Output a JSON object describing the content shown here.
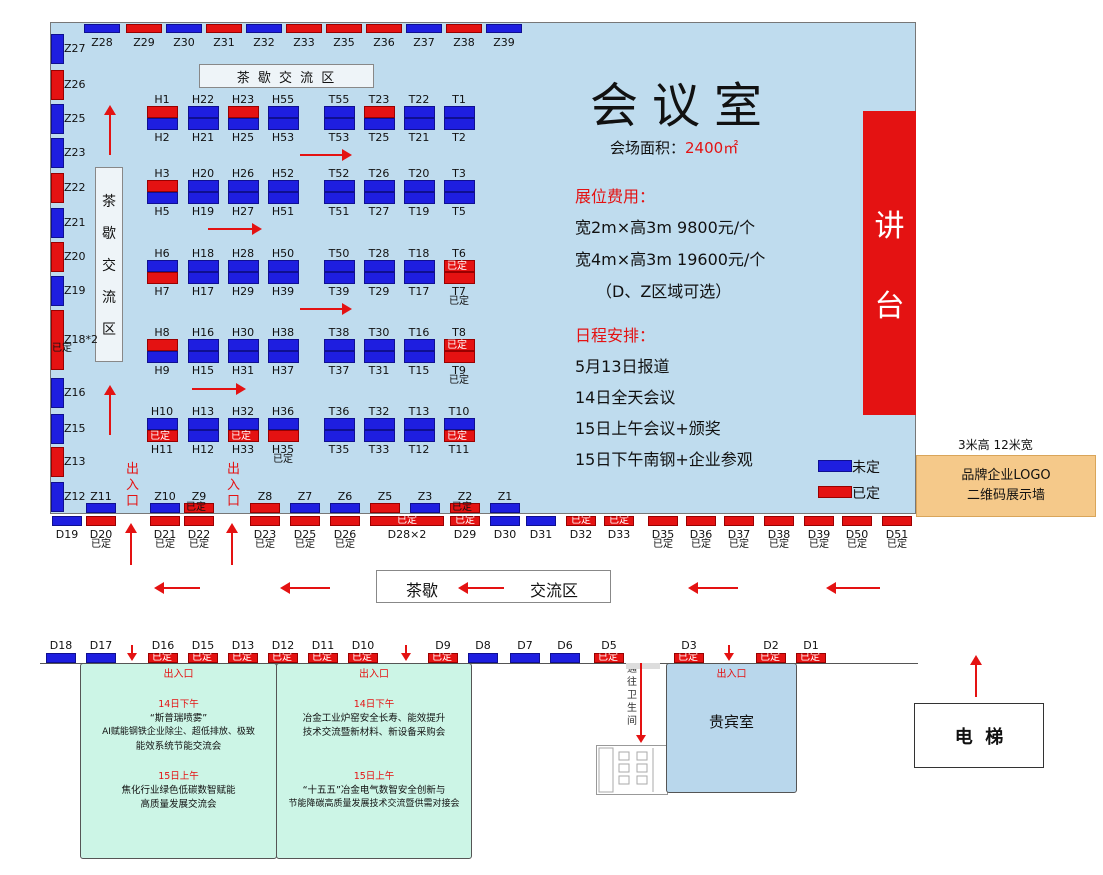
{
  "hall": {
    "title": "会议室",
    "area_label": "会场面积：",
    "area_value": "2400㎡",
    "fee_title": "展位费用：",
    "fee_line1": "宽2m×高3m 9800元/个",
    "fee_line2": "宽4m×高3m 19600元/个",
    "fee_line3": "（D、Z区域可选）",
    "schedule_title": "日程安排：",
    "schedule": [
      "5月13日报道",
      "14日全天会议",
      "15日上午会议+颁奖",
      "15日下午南钢+企业参观"
    ],
    "stage": [
      "讲",
      "台"
    ],
    "tea_top": "茶 歇 交 流 区",
    "tea_left": [
      "茶",
      "歇",
      "交",
      "流",
      "区"
    ],
    "legend_unsold": "未定",
    "legend_sold": "已定",
    "entrance": [
      "出",
      "入",
      "口"
    ]
  },
  "colors": {
    "booth_unsold": "#1e1ee0",
    "booth_sold": "#e41212",
    "hall_bg": "#bfdcee",
    "room_bg": "#ccf5e6",
    "wall_bg": "#f5c98a"
  },
  "sold_label": "已定",
  "top_row": [
    {
      "name": "Z28",
      "s": 0
    },
    {
      "name": "Z29",
      "s": 1
    },
    {
      "name": "Z30",
      "s": 0
    },
    {
      "name": "Z31",
      "s": 1
    },
    {
      "name": "Z32",
      "s": 0
    },
    {
      "name": "Z33",
      "s": 1
    },
    {
      "name": "Z35",
      "s": 1
    },
    {
      "name": "Z36",
      "s": 1
    },
    {
      "name": "Z37",
      "s": 0
    },
    {
      "name": "Z38",
      "s": 1
    },
    {
      "name": "Z39",
      "s": 0
    }
  ],
  "left_col": [
    {
      "name": "Z27",
      "s": 0
    },
    {
      "name": "Z26",
      "s": 1
    },
    {
      "name": "Z25",
      "s": 0
    },
    {
      "name": "Z23",
      "s": 0
    },
    {
      "name": "Z22",
      "s": 1
    },
    {
      "name": "Z21",
      "s": 0
    },
    {
      "name": "Z20",
      "s": 1
    },
    {
      "name": "Z19",
      "s": 0
    },
    {
      "name": "Z18*2",
      "s": 1,
      "note": "已定"
    },
    {
      "name": "Z16",
      "s": 0
    },
    {
      "name": "Z15",
      "s": 0
    },
    {
      "name": "Z13",
      "s": 1
    },
    {
      "name": "Z12",
      "s": 0
    }
  ],
  "grid_rows": [
    [
      [
        "H1",
        "H2",
        "rb"
      ],
      [
        "H22",
        "H21",
        "b"
      ],
      [
        "H23",
        "H25",
        "rb"
      ],
      [
        "H55",
        "H53",
        "b"
      ],
      [
        "T55",
        "T53",
        "b"
      ],
      [
        "T23",
        "T25",
        "rb"
      ],
      [
        "T22",
        "T21",
        "b"
      ],
      [
        "T1",
        "T2",
        "b"
      ]
    ],
    [
      [
        "H3",
        "H5",
        "rb"
      ],
      [
        "H20",
        "H19",
        "b"
      ],
      [
        "H26",
        "H27",
        "b"
      ],
      [
        "H52",
        "H51",
        "b"
      ],
      [
        "T52",
        "T51",
        "b"
      ],
      [
        "T26",
        "T27",
        "b"
      ],
      [
        "T20",
        "T19",
        "b"
      ],
      [
        "T3",
        "T5",
        "b"
      ]
    ],
    [
      [
        "H6",
        "H7",
        "br"
      ],
      [
        "H18",
        "H17",
        "b"
      ],
      [
        "H28",
        "H29",
        "b"
      ],
      [
        "H50",
        "H39",
        "b"
      ],
      [
        "T50",
        "T39",
        "b"
      ],
      [
        "T28",
        "T29",
        "b"
      ],
      [
        "T18",
        "T17",
        "b"
      ],
      [
        "T6",
        "T7",
        "rr"
      ]
    ],
    [
      [
        "H8",
        "H9",
        "rb"
      ],
      [
        "H16",
        "H15",
        "b"
      ],
      [
        "H30",
        "H31",
        "b"
      ],
      [
        "H38",
        "H37",
        "b"
      ],
      [
        "T38",
        "T37",
        "b"
      ],
      [
        "T30",
        "T31",
        "b"
      ],
      [
        "T16",
        "T15",
        "b"
      ],
      [
        "T8",
        "T9",
        "rr"
      ]
    ],
    [
      [
        "H10",
        "H11",
        "br"
      ],
      [
        "H13",
        "H12",
        "b"
      ],
      [
        "H32",
        "H33",
        "br"
      ],
      [
        "H36",
        "H35",
        "br"
      ],
      [
        "T36",
        "T35",
        "b"
      ],
      [
        "T32",
        "T33",
        "b"
      ],
      [
        "T13",
        "T12",
        "b"
      ],
      [
        "T10",
        "T11",
        "br"
      ]
    ]
  ],
  "inner_bottom": [
    {
      "name": "Z11",
      "s": 0
    },
    {
      "name": "Z10",
      "s": 0
    },
    {
      "name": "Z9",
      "s": 1
    },
    {
      "name": "Z8",
      "s": 1
    },
    {
      "name": "Z7",
      "s": 0
    },
    {
      "name": "Z6",
      "s": 0
    },
    {
      "name": "Z5",
      "s": 1
    },
    {
      "name": "Z3",
      "s": 0
    },
    {
      "name": "Z2",
      "s": 1
    },
    {
      "name": "Z1",
      "s": 0
    }
  ],
  "d_row": [
    {
      "name": "D19",
      "s": 0
    },
    {
      "name": "D20",
      "s": 1
    },
    {
      "name": "D21",
      "s": 1
    },
    {
      "name": "D22",
      "s": 1
    },
    {
      "name": "D23",
      "s": 1
    },
    {
      "name": "D25",
      "s": 1
    },
    {
      "name": "D26",
      "s": 1
    },
    {
      "name": "D28×2",
      "s": 1
    },
    {
      "name": "D29",
      "s": 1
    },
    {
      "name": "D30",
      "s": 0
    },
    {
      "name": "D31",
      "s": 0
    },
    {
      "name": "D32",
      "s": 1
    },
    {
      "name": "D33",
      "s": 1
    },
    {
      "name": "D35",
      "s": 1
    },
    {
      "name": "D36",
      "s": 1
    },
    {
      "name": "D37",
      "s": 1
    },
    {
      "name": "D38",
      "s": 1
    },
    {
      "name": "D39",
      "s": 1
    },
    {
      "name": "D50",
      "s": 1
    },
    {
      "name": "D51",
      "s": 1
    }
  ],
  "corridor": {
    "left": "茶歇",
    "right": "交流区"
  },
  "lower_row": [
    {
      "name": "D18",
      "s": 0
    },
    {
      "name": "D17",
      "s": 0
    },
    {
      "name": "D16",
      "s": 1
    },
    {
      "name": "D15",
      "s": 1
    },
    {
      "name": "D13",
      "s": 1
    },
    {
      "name": "D12",
      "s": 1
    },
    {
      "name": "D11",
      "s": 1
    },
    {
      "name": "D10",
      "s": 1
    },
    {
      "name": "D9",
      "s": 1
    },
    {
      "name": "D8",
      "s": 0
    },
    {
      "name": "D7",
      "s": 0
    },
    {
      "name": "D6",
      "s": 0
    },
    {
      "name": "D5",
      "s": 1
    },
    {
      "name": "D3",
      "s": 1
    },
    {
      "name": "D2",
      "s": 1
    },
    {
      "name": "D1",
      "s": 1
    }
  ],
  "room1": {
    "entrance": "出入口",
    "t1": "14日下午",
    "l1": "“斯普瑞喷雾”",
    "l2": "AI赋能钢铁企业除尘、超低排放、极致",
    "l3": "能效系统节能交流会",
    "t2": "15日上午",
    "l4": "焦化行业绿色低碳数智赋能",
    "l5": "高质量发展交流会"
  },
  "room2": {
    "entrance": "出入口",
    "t1": "14日下午",
    "l1": "冶金工业炉窑安全长寿、能效提升",
    "l2": "技术交流暨新材料、新设备采购会",
    "t2": "15日上午",
    "l3": "“十五五”冶金电气数智安全创新与",
    "l4": "节能降碳高质量发展技术交流暨供需对接会"
  },
  "toilet": [
    "通",
    "往",
    "卫",
    "生",
    "间"
  ],
  "vip": {
    "entrance": "出入口",
    "label": "贵宾室"
  },
  "elevator": "电  梯",
  "wall": {
    "size": "3米高 12米宽",
    "line1": "品牌企业LOGO",
    "line2": "二维码展示墙"
  }
}
